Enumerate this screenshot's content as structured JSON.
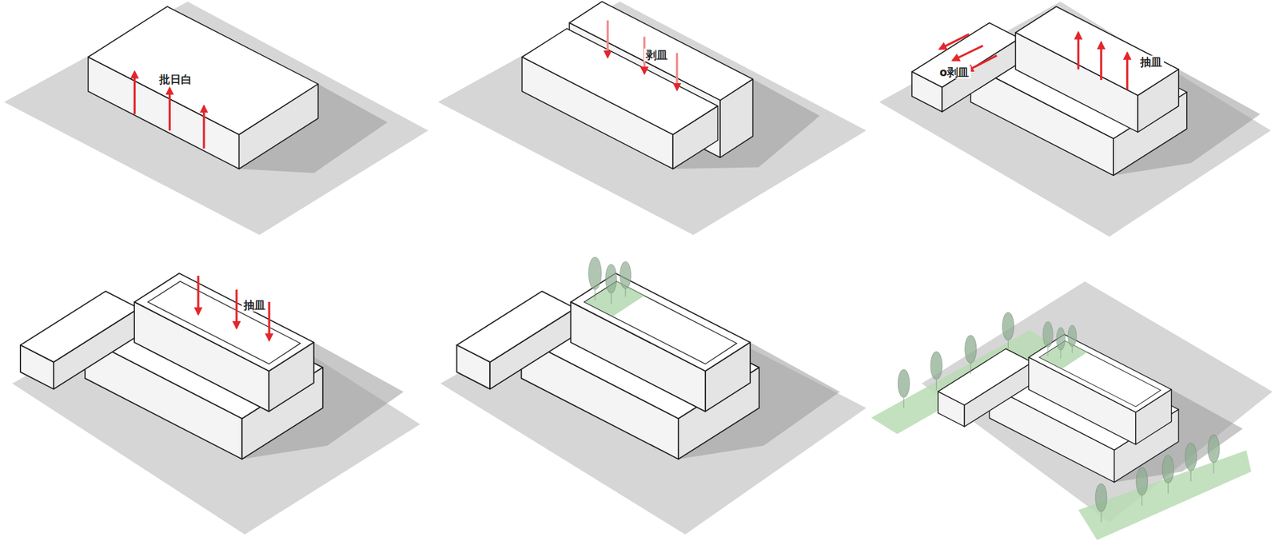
{
  "diagram": {
    "labels": [
      "批日白",
      "剥皿",
      "o剥皿",
      "抽皿",
      "抽皿"
    ]
  }
}
